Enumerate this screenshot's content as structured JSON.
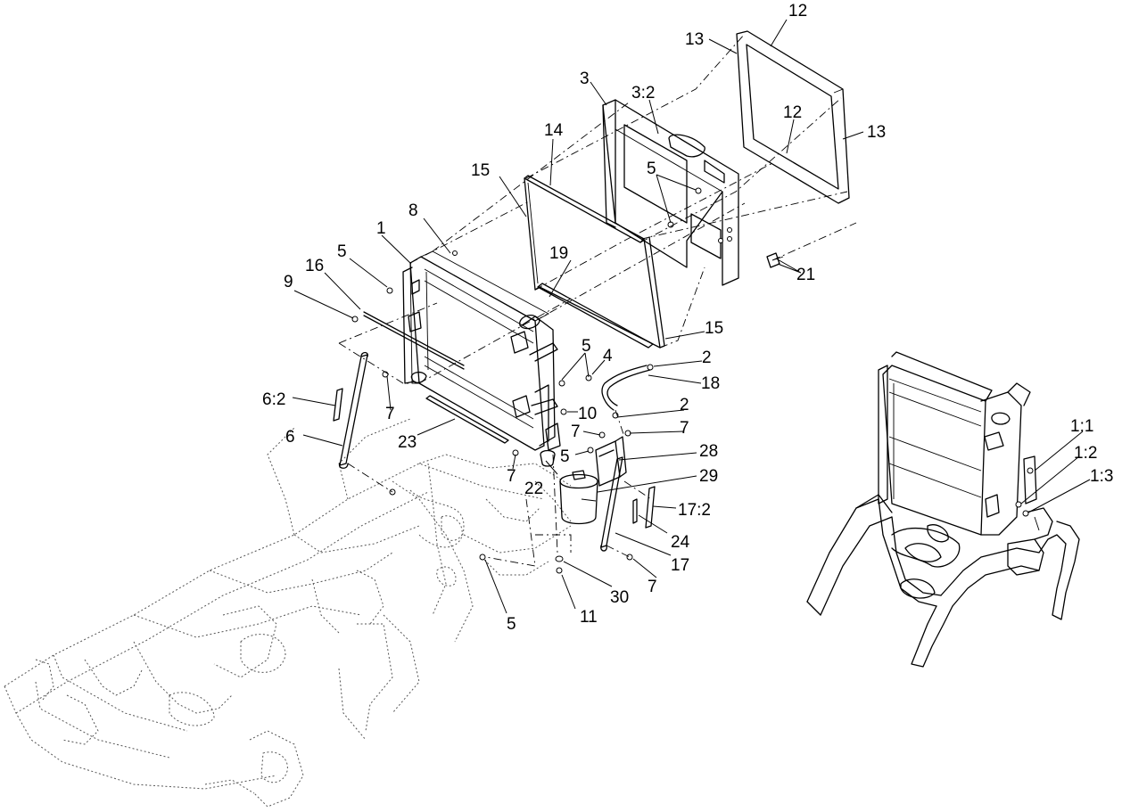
{
  "diagram": {
    "callouts": {
      "c12a": "12",
      "c13a": "13",
      "c12b": "12",
      "c13b": "13",
      "c3": "3",
      "c3_2": "3:2",
      "c14": "14",
      "c15a": "15",
      "c5a": "5",
      "c8": "8",
      "c1": "1",
      "c5b": "5",
      "c16": "16",
      "c9": "9",
      "c21": "21",
      "c19": "19",
      "c15b": "15",
      "c5c": "5",
      "c4": "4",
      "c2a": "2",
      "c18": "18",
      "c6_2": "6:2",
      "c7a": "7",
      "c10": "10",
      "c2b": "2",
      "c7b": "7",
      "c7c": "7",
      "c6": "6",
      "c23": "23",
      "c5d": "5",
      "c28": "28",
      "c7d": "7",
      "c22": "22",
      "c29": "29",
      "c17_2": "17:2",
      "c24": "24",
      "c17": "17",
      "c7e": "7",
      "c30": "30",
      "c11": "11",
      "c5e": "5",
      "c1_1": "1:1",
      "c1_2": "1:2",
      "c1_3": "1:3"
    }
  }
}
